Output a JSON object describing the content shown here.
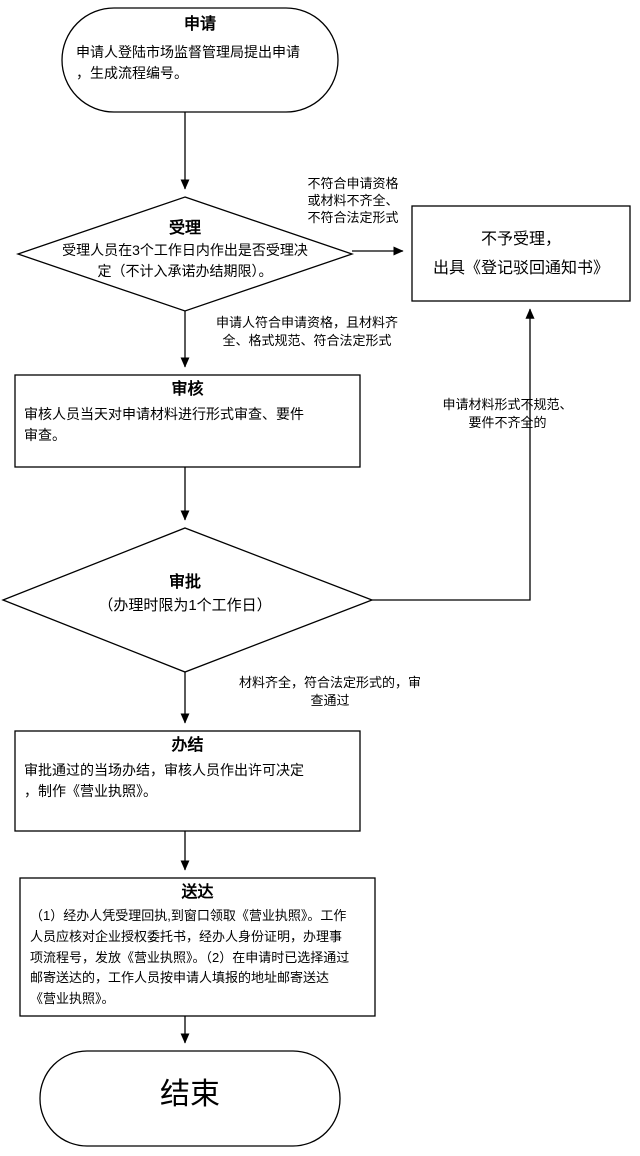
{
  "flowchart": {
    "start": {
      "title": "申请",
      "body": "申请人登陆市场监督管理局提出申请\n，生成流程编号。"
    },
    "accept": {
      "title": "受理",
      "body": "受理人员在3个工作日内作出是否受理决\n定（不计入承诺办结期限）。"
    },
    "reject": {
      "body": "不予受理，\n出具《登记驳回通知书》"
    },
    "review": {
      "title": "审核",
      "body": "审核人员当天对申请材料进行形式审查、要件\n审查。"
    },
    "approve": {
      "title": "审批",
      "subtitle": "（办理时限为1个工作日）"
    },
    "complete": {
      "title": "办结",
      "body": "审批通过的当场办结，审核人员作出许可决定\n，制作《营业执照》。"
    },
    "deliver": {
      "title": "送达",
      "body": "（1）经办人凭受理回执,到窗口领取《营业执照》。工作人员应核对企业授权委托书，经办人身份证明，办理事项流程号，发放《营业执照》。（2）在申请时已选择通过邮寄送达的，工作人员按申请人填报的地址邮寄送达《营业执照》。"
    },
    "end": {
      "title": "结束"
    },
    "edge_labels": {
      "accept_to_reject": "不符合申请资格\n或材料不齐全、\n不符合法定形式",
      "accept_to_review": "申请人符合申请资格，且材料齐\n全、格式规范、符合法定形式",
      "approve_to_reject": "申请材料形式不规范、\n要件不齐全的",
      "approve_to_complete": "材料齐全，符合法定形式的，审\n查通过"
    }
  },
  "colors": {
    "stroke": "#000000",
    "background": "#ffffff",
    "text": "#000000"
  }
}
